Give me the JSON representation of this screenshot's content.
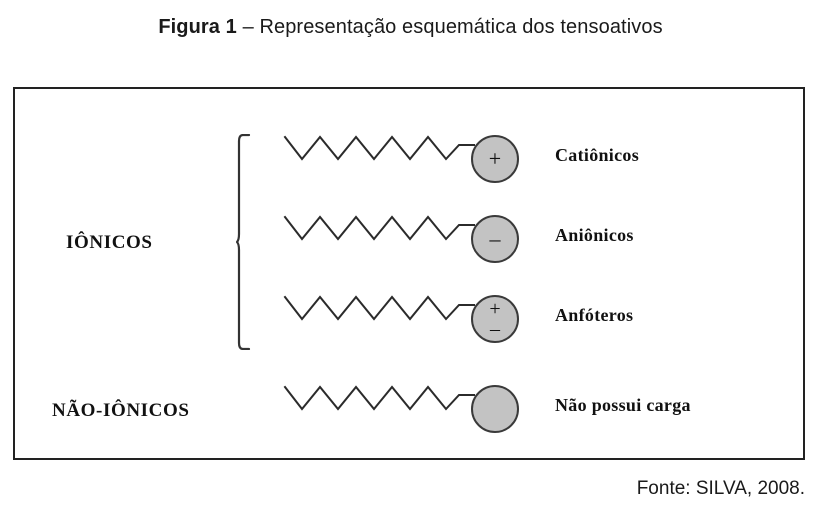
{
  "figure": {
    "caption_bold": "Figura 1",
    "caption_rest": " – Representação esquemática dos tensoativos",
    "source": "Fonte: SILVA, 2008."
  },
  "groups": [
    {
      "id": "ionicos",
      "label": "IÔNICOS"
    },
    {
      "id": "nao-ionicos",
      "label": "NÃO-IÔNICOS"
    }
  ],
  "rows": [
    {
      "id": "cationicos",
      "name": "Catiônicos",
      "charges": [
        "+"
      ],
      "head_color": "#c3c3c3",
      "group": "IÔNICOS"
    },
    {
      "id": "anionicos",
      "name": "Aniônicos",
      "charges": [
        "–"
      ],
      "head_color": "#c3c3c3",
      "group": "IÔNICOS"
    },
    {
      "id": "anfoteros",
      "name": "Anfóteros",
      "charge_top": "+",
      "charge_bottom": "–",
      "head_color": "#c3c3c3",
      "group": "IÔNICOS"
    },
    {
      "id": "nao-ionicos",
      "name": "Não possui carga",
      "charges": [],
      "head_color": "#c3c3c3",
      "group": "NÃO-IÔNICOS"
    }
  ],
  "row_labels": {
    "cationicos": "Catiônicos",
    "anionicos": "Aniônicos",
    "anfoteros": "Anfóteros",
    "nao_ionicos": "Não possui carga"
  },
  "charges": {
    "cationicos": "+",
    "anionicos": "–",
    "anfoteros_top": "+",
    "anfoteros_bottom": "–"
  },
  "colors": {
    "head_fill": "#c3c3c3",
    "head_stroke": "#3a3a3a",
    "frame": "#222222",
    "text": "#111111",
    "tail_stroke": "#2b2b2b"
  }
}
